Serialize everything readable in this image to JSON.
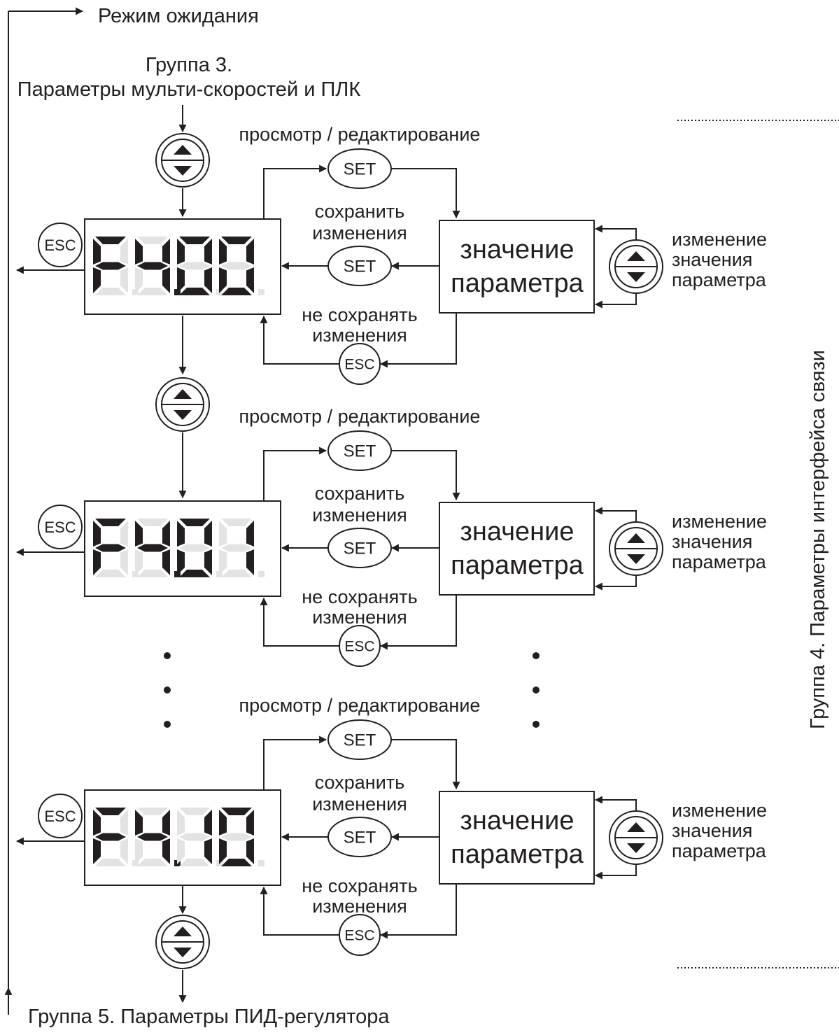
{
  "standby": "Режим ожидания",
  "group3_line1": "Группа 3.",
  "group3_line2": "Параметры мульти-скоростей и ПЛК",
  "group5": "Группа 5. Параметры ПИД-регулятора",
  "group4_vertical": "Группа 4. Параметры интерфейса связи",
  "rows": [
    {
      "code": "F4.00",
      "digits": [
        "F",
        "4",
        "0",
        "0"
      ],
      "view_edit": "просмотр / редактирование",
      "save_l1": "сохранить",
      "save_l2": "изменения",
      "nosave_l1": "не сохранять",
      "nosave_l2": "изменения",
      "value_l1": "значение",
      "value_l2": "параметра",
      "change_l1": "изменение",
      "change_l2": "значения",
      "change_l3": "параметра",
      "set_top": "SET",
      "set_mid": "SET",
      "esc_bottom": "ESC",
      "esc_left": "ESC"
    },
    {
      "code": "F4.01",
      "digits": [
        "F",
        "4",
        "0",
        "1"
      ],
      "view_edit": "просмотр / редактирование",
      "save_l1": "сохранить",
      "save_l2": "изменения",
      "nosave_l1": "не сохранять",
      "nosave_l2": "изменения",
      "value_l1": "значение",
      "value_l2": "параметра",
      "change_l1": "изменение",
      "change_l2": "значения",
      "change_l3": "параметра",
      "set_top": "SET",
      "set_mid": "SET",
      "esc_bottom": "ESC",
      "esc_left": "ESC"
    },
    {
      "code": "F4.10",
      "digits": [
        "F",
        "4",
        "1",
        "0"
      ],
      "view_edit": "просмотр / редактирование",
      "save_l1": "сохранить",
      "save_l2": "изменения",
      "nosave_l1": "не сохранять",
      "nosave_l2": "изменения",
      "value_l1": "значение",
      "value_l2": "параметра",
      "change_l1": "изменение",
      "change_l2": "значения",
      "change_l3": "параметра",
      "set_top": "SET",
      "set_mid": "SET",
      "esc_bottom": "ESC",
      "esc_left": "ESC"
    }
  ],
  "colors": {
    "ink": "#231f20",
    "ghost_segment": "#e3e3e3",
    "background": "#ffffff"
  }
}
